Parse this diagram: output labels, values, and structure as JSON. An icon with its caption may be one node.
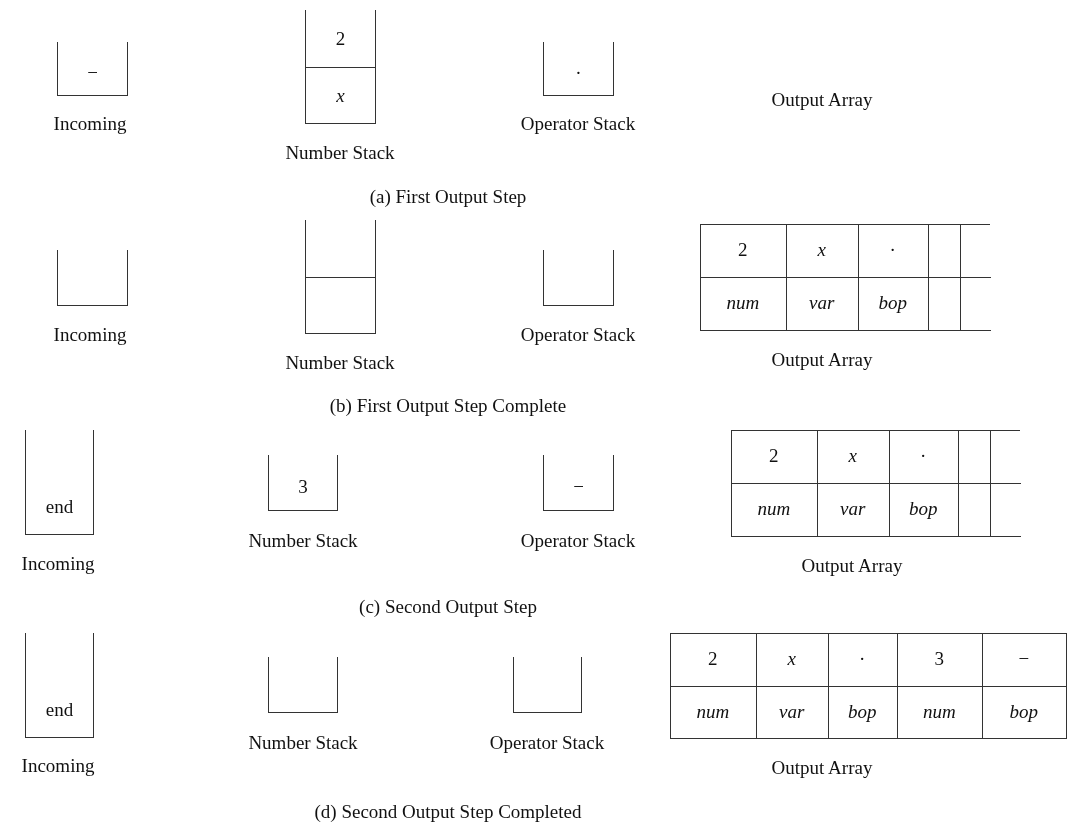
{
  "diagram": {
    "nodes": [
      {
        "text": [
          "−"
        ],
        "beside": [
          "Incoming"
        ]
      },
      {
        "text": [
          "2",
          "x"
        ],
        "beside": [
          "Number Stack"
        ]
      },
      {
        "text": [
          "·"
        ],
        "beside": [
          "Operator Stack"
        ]
      },
      {
        "text": [],
        "shape": "box",
        "beside": [
          "Incoming"
        ]
      },
      {
        "text": [],
        "shape": "box",
        "beside": [
          "Number Stack"
        ]
      },
      {
        "text": [],
        "shape": "box",
        "beside": [
          "Operator Stack"
        ]
      },
      {
        "text": [
          "end"
        ],
        "beside": [
          "Incoming"
        ]
      },
      {
        "text": [
          "3"
        ],
        "beside": [
          "Number Stack"
        ]
      },
      {
        "text": [
          "−"
        ],
        "beside": [
          "Operator Stack"
        ]
      },
      {
        "text": [
          "end"
        ],
        "beside": [
          "Incoming"
        ]
      },
      {
        "text": [],
        "shape": "box",
        "beside": [
          "Number Stack"
        ]
      },
      {
        "text": [],
        "shape": "box",
        "beside": [
          "Operator Stack"
        ]
      }
    ],
    "labels": [
      "Output Array",
      "(a) First Output Step",
      "2",
      "x",
      "·",
      "num",
      "var",
      "bop",
      "Output Array",
      "(b) First Output Step Complete",
      "2",
      "x",
      "·",
      "num",
      "var",
      "bop",
      "Output Array",
      "(c) Second Output Step",
      "2",
      "x",
      "·",
      "3",
      "−",
      "num",
      "var",
      "bop",
      "num",
      "bop",
      "Output Array",
      "(d) Second Output Step Completed"
    ]
  }
}
